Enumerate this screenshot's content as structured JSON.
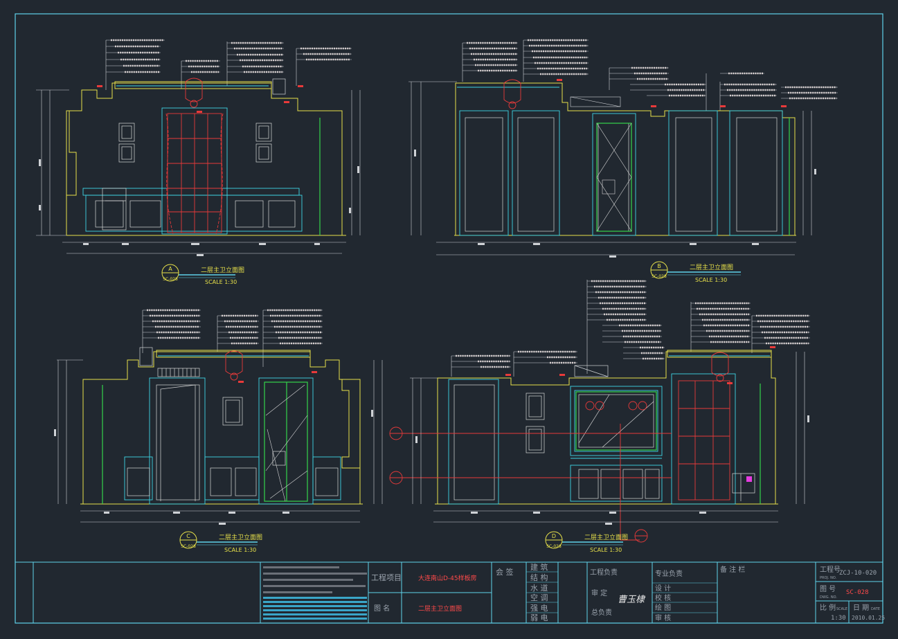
{
  "colors": {
    "background": "#212830",
    "frame": "#5fd3ea",
    "wall": "#e6e04a",
    "door": "#d7d7d7",
    "trim": "#3ed6e6",
    "fixture": "#e83a3a",
    "glass_frame": "#35d44a",
    "dim": "#cfd2d6",
    "leader": "#ffffff"
  },
  "views": [
    {
      "id": "A",
      "sheet": "SC-028",
      "title": "二层主卫立面图",
      "scale": "SCALE 1:30"
    },
    {
      "id": "B",
      "sheet": "SC-028",
      "title": "二层主卫立面图",
      "scale": "SCALE 1:30"
    },
    {
      "id": "C",
      "sheet": "SC-028",
      "title": "二层主卫立面图",
      "scale": "SCALE 1:30"
    },
    {
      "id": "D",
      "sheet": "SC-028",
      "title": "二层主卫立面图",
      "scale": "SCALE 1:30"
    }
  ],
  "title_block": {
    "project_label": "工程项目",
    "project_name": "大连南山D-45样板房",
    "drawing_label": "图 名",
    "drawing_name": "二层主卫立面图",
    "countersign": "会 签",
    "disciplines": [
      "建 筑",
      "结 构",
      "水 道",
      "空 调",
      "强 电",
      "弱 电"
    ],
    "engineering_lead": "工程负责",
    "review": "审 定",
    "chief": "总负责",
    "specialty_lead": "专业负责",
    "roles": [
      "设 计",
      "校 核",
      "绘 图",
      "审 核"
    ],
    "notes_col": "备 注 栏",
    "project_no_label": "工程号",
    "project_no_sub": "PROJ. NO.",
    "project_no": "ZCJ-10-020",
    "drawing_no_label": "图 号",
    "drawing_no_sub": "DWG. NO.",
    "drawing_no": "SC-028",
    "scale_label": "比 例",
    "scale_sub": "SCALE",
    "scale_value": "1:30",
    "date_label": "日 期",
    "date_sub": "DATE",
    "date_value": "2010.01.25",
    "signature": "曹玉棣"
  }
}
